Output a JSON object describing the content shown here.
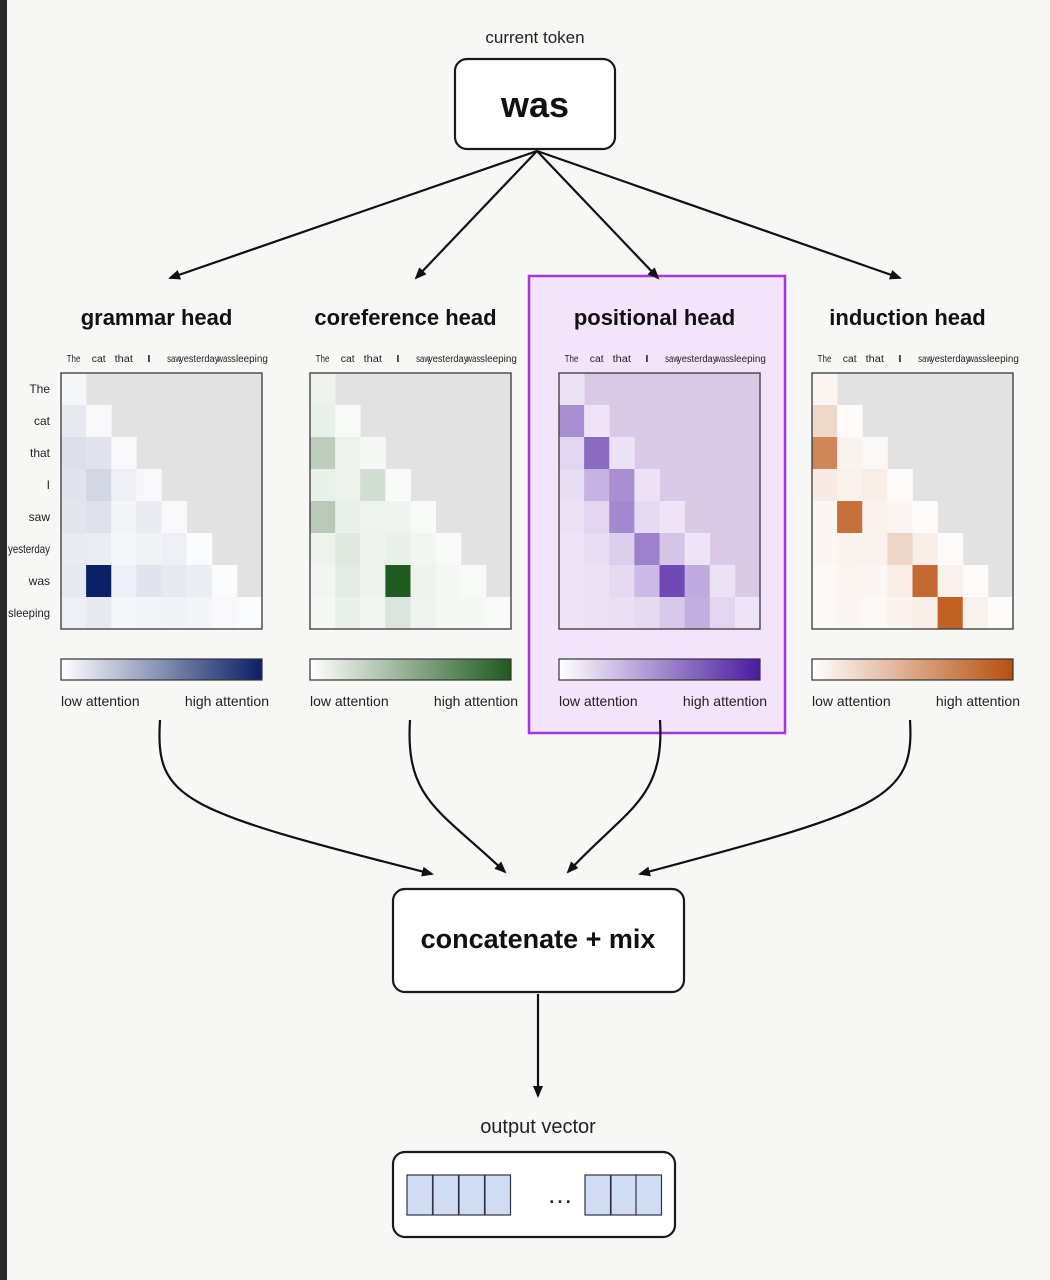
{
  "current_token_label": "current token",
  "current_token": "was",
  "tokens": [
    "The",
    "cat",
    "that",
    "I",
    "saw",
    "yesterday",
    "was",
    "sleeping"
  ],
  "heads": [
    {
      "title": "grammar head",
      "color_low": "#ffffff",
      "color_high": "#0a1f66",
      "highlighted": false,
      "low_label": "low attention",
      "high_label": "high attention",
      "weights": [
        [
          0.04
        ],
        [
          0.1,
          0.03
        ],
        [
          0.14,
          0.12,
          0.03
        ],
        [
          0.12,
          0.18,
          0.07,
          0.03
        ],
        [
          0.11,
          0.13,
          0.05,
          0.09,
          0.03
        ],
        [
          0.09,
          0.08,
          0.04,
          0.06,
          0.07,
          0.02
        ],
        [
          0.1,
          1.0,
          0.07,
          0.12,
          0.1,
          0.08,
          0.02
        ],
        [
          0.07,
          0.1,
          0.04,
          0.05,
          0.06,
          0.05,
          0.03,
          0.02
        ]
      ]
    },
    {
      "title": "coreference head",
      "color_low": "#ffffff",
      "color_high": "#1f5a1e",
      "highlighted": false,
      "low_label": "low attention",
      "high_label": "high attention",
      "weights": [
        [
          0.08
        ],
        [
          0.1,
          0.03
        ],
        [
          0.3,
          0.08,
          0.04
        ],
        [
          0.1,
          0.08,
          0.2,
          0.03
        ],
        [
          0.32,
          0.1,
          0.07,
          0.07,
          0.03
        ],
        [
          0.08,
          0.14,
          0.08,
          0.1,
          0.06,
          0.03
        ],
        [
          0.06,
          0.12,
          0.08,
          1.0,
          0.08,
          0.05,
          0.03
        ],
        [
          0.05,
          0.1,
          0.06,
          0.16,
          0.07,
          0.05,
          0.04,
          0.03
        ]
      ]
    },
    {
      "title": "positional head",
      "color_low": "#ffffff",
      "color_high": "#4a1aa0",
      "highlighted": true,
      "low_label": "low attention",
      "high_label": "high attention",
      "weights": [
        [
          0.06
        ],
        [
          0.45,
          0.05
        ],
        [
          0.12,
          0.62,
          0.06
        ],
        [
          0.08,
          0.28,
          0.45,
          0.06
        ],
        [
          0.06,
          0.12,
          0.48,
          0.1,
          0.05
        ],
        [
          0.05,
          0.08,
          0.15,
          0.52,
          0.2,
          0.05
        ],
        [
          0.05,
          0.06,
          0.1,
          0.25,
          0.78,
          0.32,
          0.06
        ],
        [
          0.05,
          0.06,
          0.07,
          0.1,
          0.18,
          0.3,
          0.12,
          0.05
        ]
      ]
    },
    {
      "title": "induction head",
      "color_low": "#ffffff",
      "color_high": "#b84f0d",
      "highlighted": false,
      "low_label": "low attention",
      "high_label": "high attention",
      "weights": [
        [
          0.06
        ],
        [
          0.22,
          0.03
        ],
        [
          0.68,
          0.07,
          0.04
        ],
        [
          0.12,
          0.08,
          0.1,
          0.03
        ],
        [
          0.05,
          0.82,
          0.08,
          0.05,
          0.03
        ],
        [
          0.05,
          0.07,
          0.08,
          0.24,
          0.1,
          0.03
        ],
        [
          0.04,
          0.06,
          0.05,
          0.1,
          0.85,
          0.08,
          0.03
        ],
        [
          0.04,
          0.05,
          0.04,
          0.07,
          0.1,
          0.9,
          0.08,
          0.03
        ]
      ]
    }
  ],
  "mix_label": "concatenate + mix",
  "output_label": "output vector",
  "output_ellipsis": "…"
}
